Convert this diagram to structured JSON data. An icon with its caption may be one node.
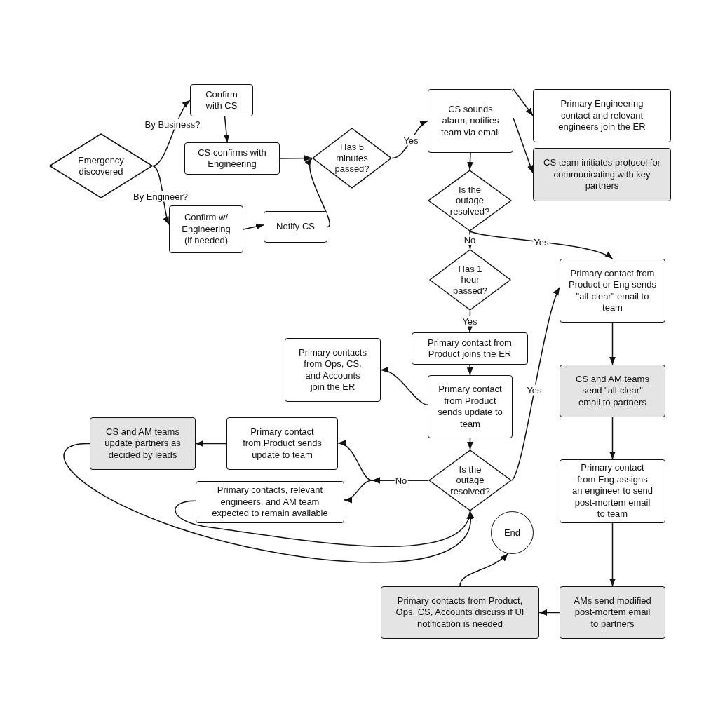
{
  "diagram": {
    "nodes": [
      {
        "text": [
          "Emergency discovered"
        ]
      },
      {
        "text": [
          "Confirm with CS"
        ]
      },
      {
        "text": [
          "CS confirms with Engineering"
        ]
      },
      {
        "text": [
          "Confirm w/ Engineering (if needed)"
        ]
      },
      {
        "text": [
          "Notify CS"
        ]
      },
      {
        "text": [
          "Has 5 minutes passed?"
        ]
      },
      {
        "text": [
          "CS sounds alarm, notifies team via email"
        ]
      },
      {
        "text": [
          "Primary Engineering contact and relevant engineers join the ER"
        ]
      },
      {
        "text": [
          "CS team initiates protocol for communicating with key partners"
        ]
      },
      {
        "text": [
          "Is the outage resolved?"
        ]
      },
      {
        "text": [
          "Has 1 hour passed?"
        ]
      },
      {
        "text": [
          "Primary contact from Product or Eng sends \"all-clear\" email to team"
        ]
      },
      {
        "text": [
          "Primary contact from Product joins the ER"
        ]
      },
      {
        "text": [
          "Primary contacts from Ops, CS, and Accounts join the ER"
        ]
      },
      {
        "text": [
          "Primary contact from Product sends update to team"
        ]
      },
      {
        "text": [
          "CS and AM teams send \"all-clear\" email to partners"
        ]
      },
      {
        "text": [
          "CS and AM teams update partners as decided by leads"
        ]
      },
      {
        "text": [
          "Primary contact from Product sends update to team"
        ]
      },
      {
        "text": [
          "Primary contacts, relevant engineers, and AM team expected to remain available"
        ]
      },
      {
        "text": [
          "Is the outage resolved?"
        ]
      },
      {
        "text": [
          "Primary contact from Eng assigns an engineer to send post-mortem email to team"
        ]
      },
      {
        "text": [
          "End"
        ]
      },
      {
        "text": [
          "Primary contacts from Product, Ops, CS, Accounts discuss if UI notification is needed"
        ]
      },
      {
        "text": [
          "AMs send modified post-mortem email to partners"
        ]
      }
    ],
    "edges": [
      {
        "from": 0,
        "to": 1,
        "arrow": "to",
        "label": "By Business?"
      },
      {
        "from": 0,
        "to": 3,
        "arrow": "to",
        "label": "By Engineer?"
      },
      {
        "from": 1,
        "to": 2,
        "arrow": "to"
      },
      {
        "from": 2,
        "to": 5,
        "arrow": "to"
      },
      {
        "from": 3,
        "to": 4,
        "arrow": "to"
      },
      {
        "from": 4,
        "to": 5,
        "arrow": "to"
      },
      {
        "from": 5,
        "to": 6,
        "arrow": "to",
        "label": "Yes"
      },
      {
        "from": 6,
        "to": 7,
        "arrow": "to"
      },
      {
        "from": 6,
        "to": 8,
        "arrow": "to"
      },
      {
        "from": 6,
        "to": 9,
        "arrow": "to"
      },
      {
        "from": 9,
        "to": 10,
        "arrow": "to",
        "label": "No"
      },
      {
        "from": 9,
        "to": 11,
        "arrow": "to",
        "label": "Yes"
      },
      {
        "from": 10,
        "to": 12,
        "arrow": "to",
        "label": "Yes"
      },
      {
        "from": 12,
        "to": 14,
        "arrow": "to"
      },
      {
        "from": 14,
        "to": 13,
        "arrow": "to"
      },
      {
        "from": 14,
        "to": 19,
        "arrow": "to"
      },
      {
        "from": 19,
        "to": 17,
        "arrow": "to",
        "label": "No"
      },
      {
        "from": 19,
        "to": 18,
        "arrow": "to"
      },
      {
        "from": 17,
        "to": 16,
        "arrow": "to"
      },
      {
        "from": 19,
        "to": 11,
        "arrow": "to",
        "label": "Yes"
      },
      {
        "from": 16,
        "to": 19,
        "arrow": "to"
      },
      {
        "from": 18,
        "to": 19,
        "arrow": "to"
      },
      {
        "from": 11,
        "to": 15,
        "arrow": "to"
      },
      {
        "from": 15,
        "to": 20,
        "arrow": "to"
      },
      {
        "from": 20,
        "to": 23,
        "arrow": "to"
      },
      {
        "from": 23,
        "to": 22,
        "arrow": "to"
      },
      {
        "from": 22,
        "to": 21,
        "arrow": "to"
      }
    ]
  }
}
